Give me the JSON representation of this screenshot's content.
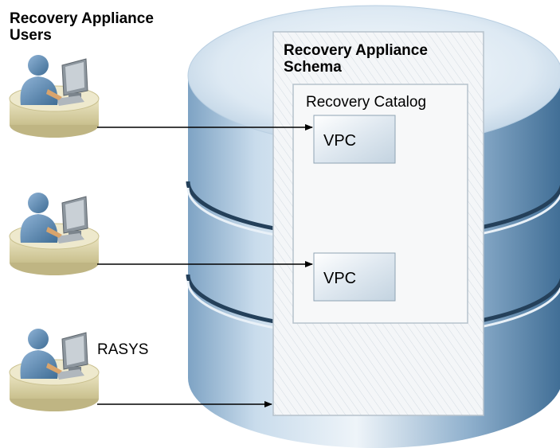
{
  "users_heading": [
    "Recovery Appliance",
    "Users"
  ],
  "schema_heading": [
    "Recovery Appliance",
    "Schema"
  ],
  "catalog_label": "Recovery Catalog",
  "vpc_label": "VPC",
  "rasys_label": "RASYS",
  "icons": {
    "user": "user-at-computer-icon",
    "database": "database-cylinder-icon"
  },
  "colors": {
    "cylinder_dark": "#3f6d95",
    "cylinder_light": "#d6e6f2",
    "disk_top": "#e9f1f8",
    "person_blue": "#5c8ab5",
    "desk": "#d9d2a6",
    "box_fill": "#f7f8f9",
    "vpc_fill": "#dde7ef",
    "arrow": "#000000"
  }
}
